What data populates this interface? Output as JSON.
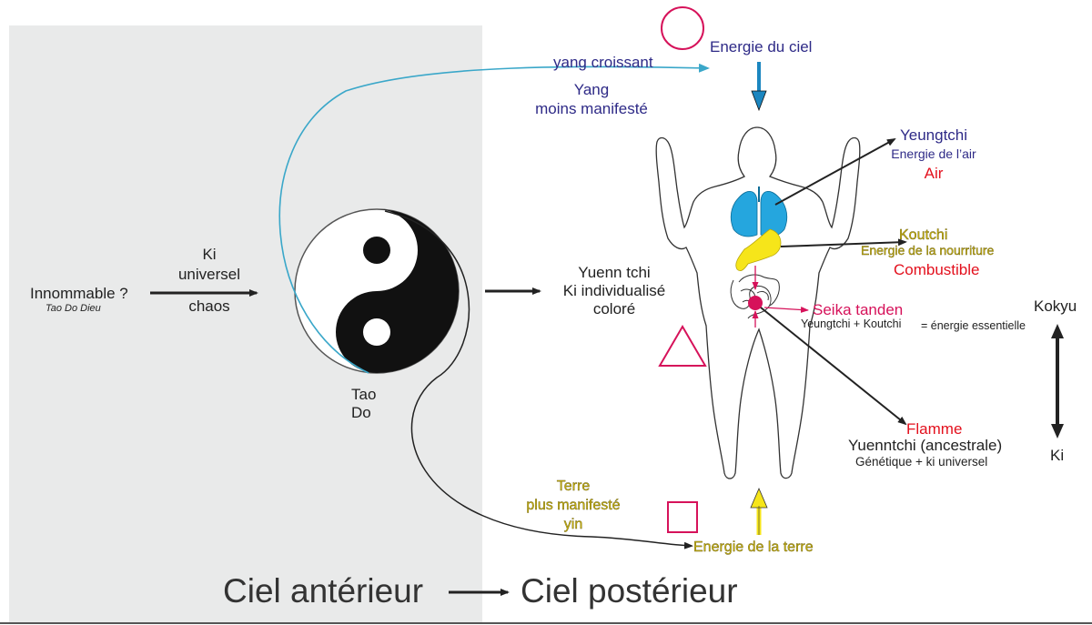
{
  "labels": {
    "innommable": "Innommable ?",
    "tao_do_dieu": "Tao Do Dieu",
    "ki": "Ki",
    "universel": "universel",
    "chaos": "chaos",
    "tao": "Tao",
    "do": "Do",
    "yang_croissant": "yang croissant",
    "yang": "Yang",
    "moins_manifeste": "moins manifesté",
    "energie_du_ciel": "Energie du ciel",
    "yeungtchi": "Yeungtchi",
    "energie_de_lair": "Energie de l’air",
    "air": "Air",
    "koutchi": "Koutchi",
    "energie_nourriture": "Energie de la nourriture",
    "combustible": "Combustible",
    "yuenn_tchi": "Yuenn tchi",
    "ki_individualise": "Ki individualisé",
    "colore": "coloré",
    "seika_tanden": "Seika tanden",
    "equation_a": "Yeungtchi + Koutchi",
    "equation_b": "= énergie essentielle",
    "kokyu": "Kokyu",
    "ki_right": "Ki",
    "flamme": "Flamme",
    "yuenntchi_ancestrale": "Yuenntchi (ancestrale)",
    "genetique": "Génétique + ki universel",
    "terre": "Terre",
    "plus_manifeste": "plus manifesté",
    "yin": "yin",
    "energie_terre": "Energie de la terre",
    "ciel_anterieur": "Ciel antérieur",
    "ciel_posterieur": "Ciel postérieur"
  },
  "colors": {
    "panel_gray": "#e9eaea",
    "sky_arrow_blue": "#1b86c0",
    "lungs_blue": "#25a6de",
    "stomach_yellow": "#f6e51a",
    "symbol_crimson": "#d6125a",
    "text_blue": "#2e2a87",
    "text_red": "#e3101d",
    "text_olive": "#c9b30e"
  }
}
